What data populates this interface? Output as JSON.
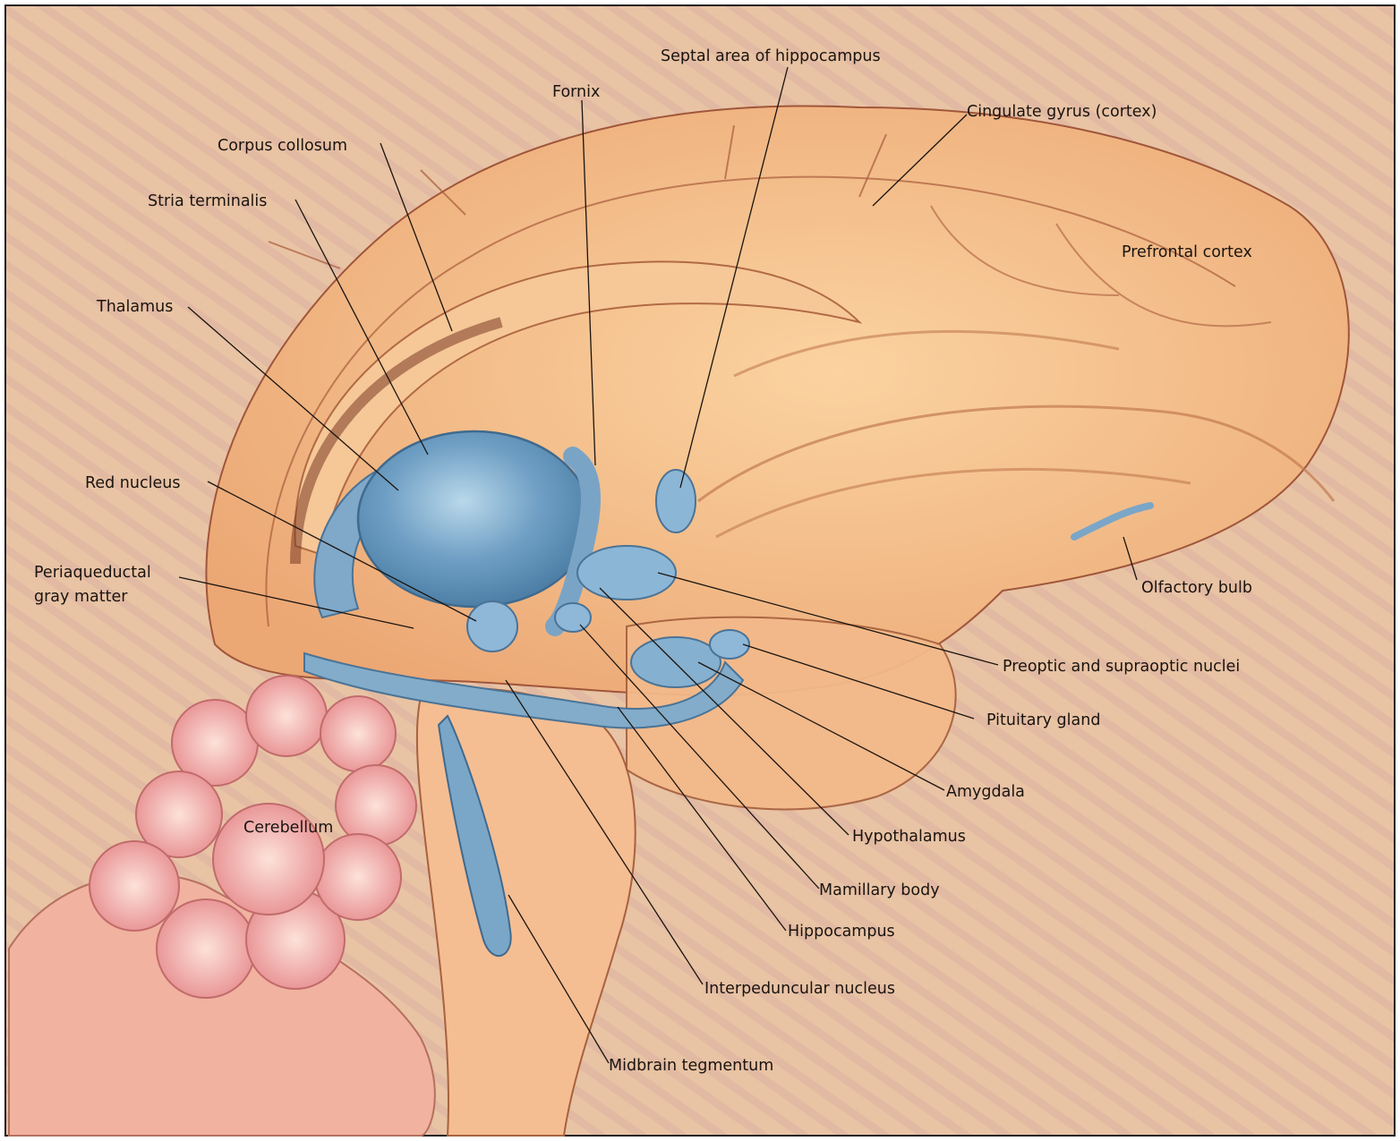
{
  "colors": {
    "background": "#e9c5a6",
    "cortex": "#f2c08c",
    "limbic_blue": "#8fb7d6",
    "cerebellum_pink": "#ef9f9a",
    "sulcus": "#8a4a32",
    "leader": "#1a1410"
  },
  "labels": {
    "septal_area": "Septal area of hippocampus",
    "fornix": "Fornix",
    "cingulate_gyrus": "Cingulate gyrus (cortex)",
    "corpus_collosum": "Corpus collosum",
    "stria_terminalis": "Stria terminalis",
    "prefrontal_cortex": "Prefrontal cortex",
    "thalamus": "Thalamus",
    "red_nucleus": "Red nucleus",
    "periaqueductal_1": "Periaqueductal",
    "periaqueductal_2": "gray matter",
    "olfactory_bulb": "Olfactory bulb",
    "preoptic": "Preoptic and supraoptic nuclei",
    "pituitary": "Pituitary gland",
    "amygdala": "Amygdala",
    "cerebellum": "Cerebellum",
    "hypothalamus": "Hypothalamus",
    "mamillary": "Mamillary body",
    "hippocampus": "Hippocampus",
    "interpeduncular": "Interpeduncular nucleus",
    "midbrain": "Midbrain tegmentum"
  }
}
